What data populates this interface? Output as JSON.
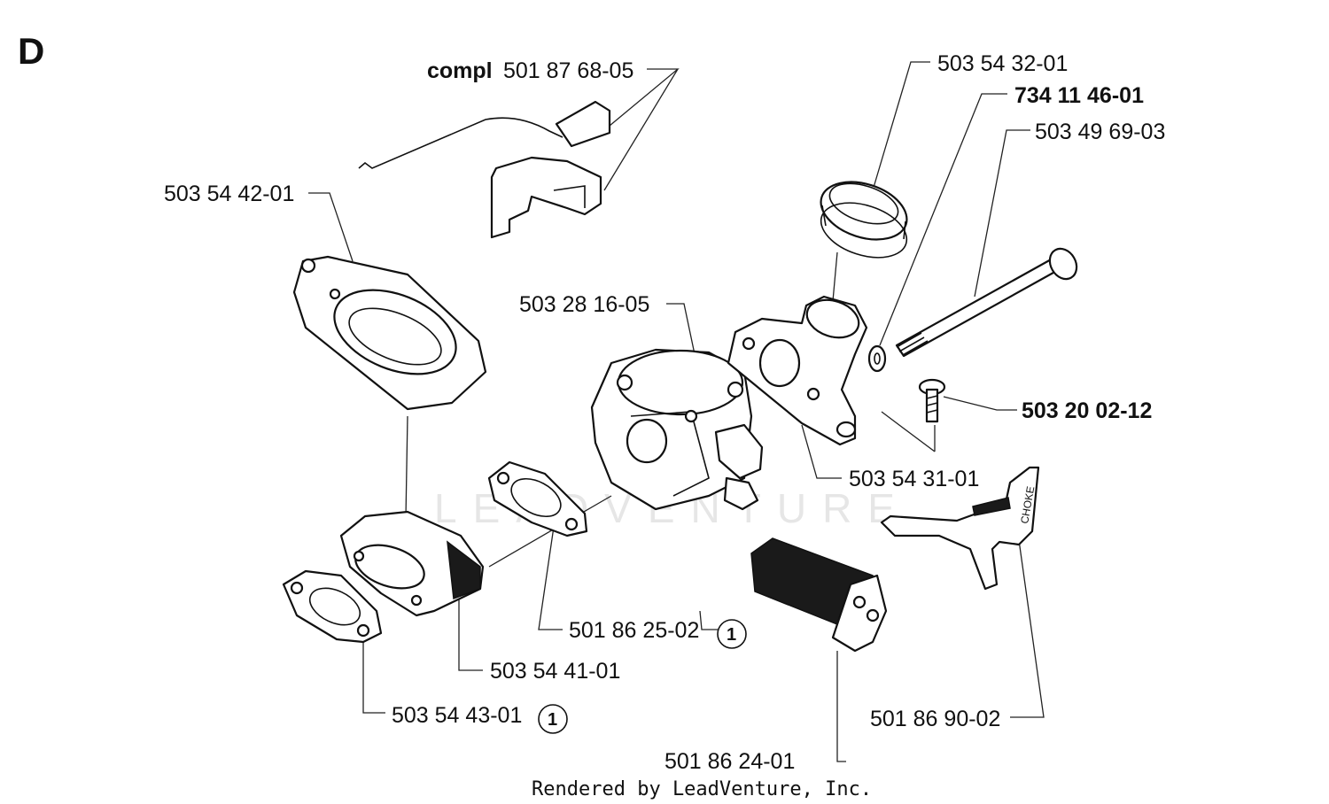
{
  "section_letter": "D",
  "watermark_text": "LEADVENTURE",
  "footer_text": "Rendered by LeadVenture, Inc.",
  "labels": {
    "wire_kit_prefix": "compl",
    "wire_kit_number": "501 87 68-05",
    "insulator_plate": "503 54 42-01",
    "carburetor": "503 28 16-05",
    "gasket_small": "501 86 25-02",
    "intake_block": "503 54 41-01",
    "gasket_outer": "503 54 43-01",
    "rubber_seal": "503 54 32-01",
    "washer": "734 11 46-01",
    "long_bolt": "503 49 69-03",
    "screw": "503 20 02-12",
    "intake_manifold": "503 54 31-01",
    "filter_block": "501 86 24-01",
    "choke_lever": "501 86 90-02"
  },
  "notes": {
    "gasket_small_note": "1",
    "gasket_outer_note": "1"
  },
  "choke_marking": "CHOKE"
}
